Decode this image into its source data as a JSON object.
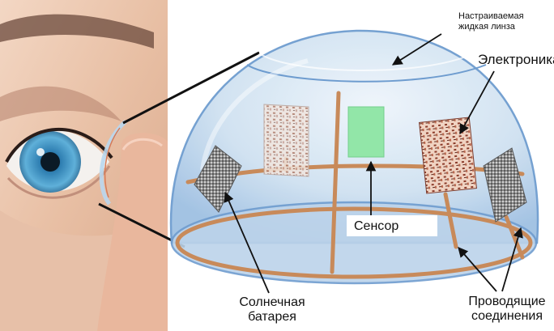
{
  "labels": {
    "lens": [
      "Настраиваемая",
      "жидкая линза"
    ],
    "electronics": "Электроника",
    "sensor": "Сенсор",
    "solar": [
      "Солнечная",
      "батарея"
    ],
    "wires": [
      "Проводящие",
      "соединения"
    ]
  },
  "colors": {
    "dome_fill": "#c7dcef",
    "dome_edge": "#6e9ccf",
    "wire": "#c88a5a",
    "sensor": "#92e6a8",
    "pointer": "#111111"
  }
}
